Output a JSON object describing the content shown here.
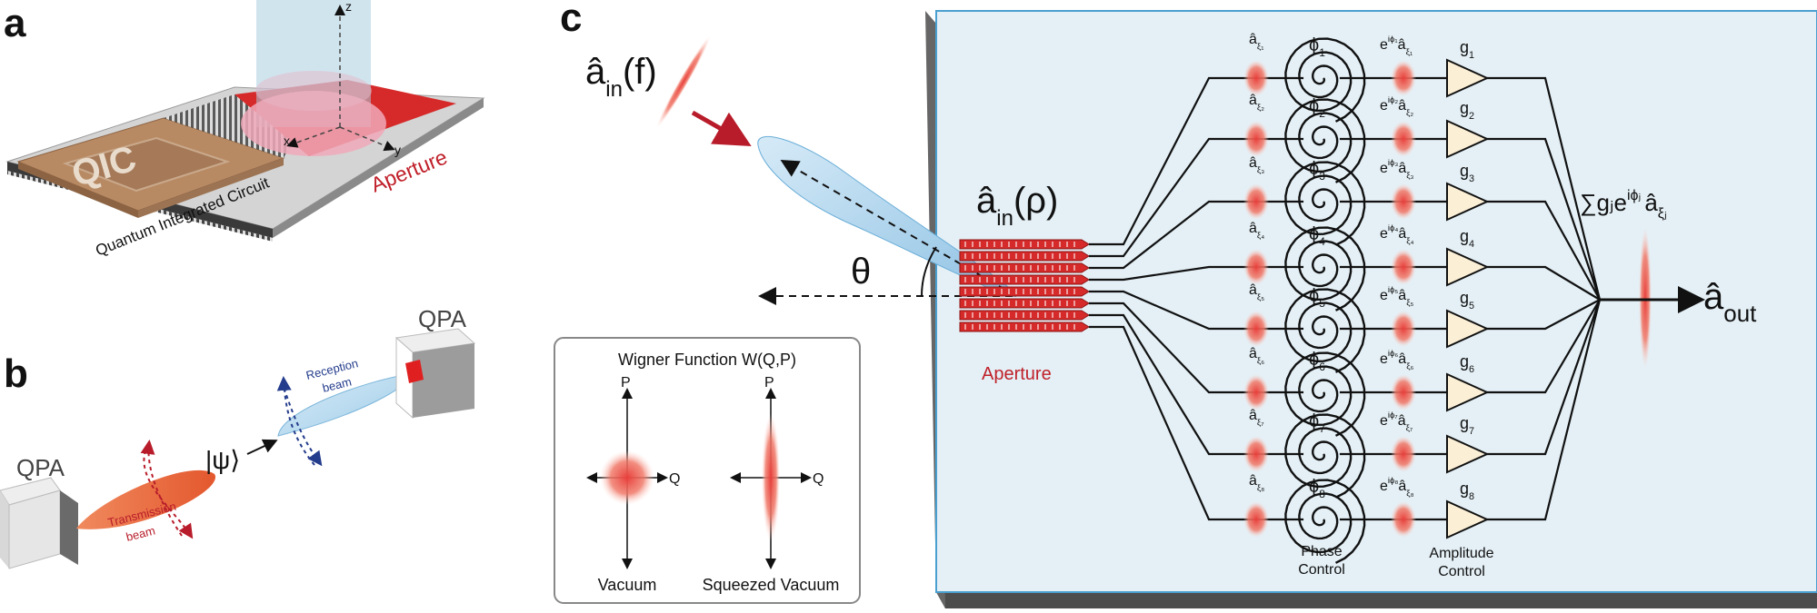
{
  "panels": {
    "a": {
      "letter": "a",
      "chip_label": "QIC",
      "circuit_label": "Quantum Integrated Circuit",
      "aperture_label": "Aperture",
      "axes": {
        "z": "z",
        "x": "x",
        "y": "y"
      },
      "colors": {
        "chip": "#b88a64",
        "aperture": "#d62a2a",
        "beam": "#a9cde0"
      }
    },
    "b": {
      "letter": "b",
      "qpa_left": "QPA",
      "qpa_right": "QPA",
      "reception_line1": "Reception",
      "reception_line2": "beam",
      "transmission_line1": "Transmission",
      "transmission_line2": "beam",
      "state": "|ψ⟩",
      "colors": {
        "transmission": "#ee7a4e",
        "reception": "#b8d8ee"
      }
    },
    "c": {
      "letter": "c",
      "input_f": "â",
      "input_f_sub": "in",
      "input_f_arg": "(f)",
      "input_rho": "â",
      "input_rho_sub": "in",
      "input_rho_arg": "(ρ)",
      "theta": "θ",
      "aperture_label": "Aperture",
      "output_label": "â",
      "output_sub": "out",
      "sum_label": "∑gⱼe",
      "sum_sup": "iϕⱼ",
      "sum_tail": "â",
      "sum_tail_sub": "ξⱼ",
      "phase_control_1": "Phase",
      "phase_control_2": "Control",
      "amplitude_control_1": "Amplitude",
      "amplitude_control_2": "Control",
      "channels": [
        {
          "mode": "â",
          "mode_sub": "ξ₁",
          "phi": "ϕ",
          "phi_sub": "1",
          "exp": "e",
          "exp_sup": "iϕ₁",
          "exp_mode": "â",
          "exp_mode_sub": "ξ₁",
          "gain": "g",
          "gain_sub": "1"
        },
        {
          "mode": "â",
          "mode_sub": "ξ₂",
          "phi": "ϕ",
          "phi_sub": "2",
          "exp": "e",
          "exp_sup": "iϕ₂",
          "exp_mode": "â",
          "exp_mode_sub": "ξ₂",
          "gain": "g",
          "gain_sub": "2"
        },
        {
          "mode": "â",
          "mode_sub": "ξ₃",
          "phi": "ϕ",
          "phi_sub": "3",
          "exp": "e",
          "exp_sup": "iϕ₃",
          "exp_mode": "â",
          "exp_mode_sub": "ξ₃",
          "gain": "g",
          "gain_sub": "3"
        },
        {
          "mode": "â",
          "mode_sub": "ξ₄",
          "phi": "ϕ",
          "phi_sub": "4",
          "exp": "e",
          "exp_sup": "iϕ₄",
          "exp_mode": "â",
          "exp_mode_sub": "ξ₄",
          "gain": "g",
          "gain_sub": "4"
        },
        {
          "mode": "â",
          "mode_sub": "ξ₅",
          "phi": "ϕ",
          "phi_sub": "5",
          "exp": "e",
          "exp_sup": "iϕ₅",
          "exp_mode": "â",
          "exp_mode_sub": "ξ₅",
          "gain": "g",
          "gain_sub": "5"
        },
        {
          "mode": "â",
          "mode_sub": "ξ₆",
          "phi": "ϕ",
          "phi_sub": "6",
          "exp": "e",
          "exp_sup": "iϕ₆",
          "exp_mode": "â",
          "exp_mode_sub": "ξ₆",
          "gain": "g",
          "gain_sub": "6"
        },
        {
          "mode": "â",
          "mode_sub": "ξ₇",
          "phi": "ϕ",
          "phi_sub": "7",
          "exp": "e",
          "exp_sup": "iϕ₇",
          "exp_mode": "â",
          "exp_mode_sub": "ξ₇",
          "gain": "g",
          "gain_sub": "7"
        },
        {
          "mode": "â",
          "mode_sub": "ξ₈",
          "phi": "ϕ",
          "phi_sub": "8",
          "exp": "e",
          "exp_sup": "iϕ₈",
          "exp_mode": "â",
          "exp_mode_sub": "ξ₈",
          "gain": "g",
          "gain_sub": "8"
        }
      ],
      "wigner": {
        "title": "Wigner Function W(Q,P)",
        "p_axis": "P",
        "q_axis": "Q",
        "vacuum": "Vacuum",
        "squeezed": "Squeezed Vacuum"
      },
      "colors": {
        "panel_bg": "#e4f0f6",
        "panel_border": "#4a9fd0",
        "amp_fill": "#fbefd6",
        "mode_red": "#e8403c"
      }
    }
  }
}
